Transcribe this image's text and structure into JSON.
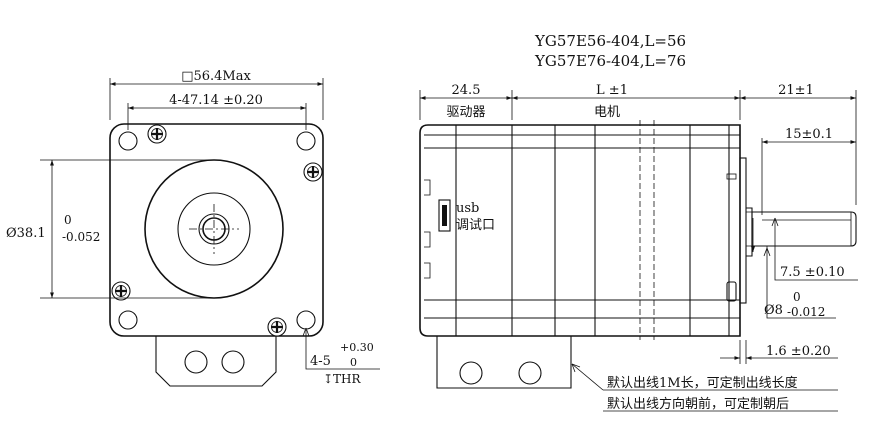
{
  "title_lines": [
    "YG57E56-404,L=56",
    "YG57E76-404,L=76"
  ],
  "front_view": {
    "flange_width": "□56.4Max",
    "hole_spacing": "4-47.14 ±0.20",
    "pilot_dia": "Ø38.1",
    "pilot_tol_upper": "0",
    "pilot_tol_lower": "-0.052",
    "tapped_hole": "4-5",
    "tapped_tol_upper": "+0.30",
    "tapped_tol_lower": "0",
    "thread_note": "↧THR"
  },
  "side_view": {
    "driver_length": "24.5",
    "driver_label": "驱动器",
    "motor_length": "L ±1",
    "motor_label": "电机",
    "shaft_length": "21±1",
    "flat_length": "15±0.1",
    "usb_label": "usb",
    "usb_port_label": "调试口",
    "flat_depth": "7.5 ±0.10",
    "shaft_dia": "Ø8",
    "shaft_tol_upper": "0",
    "shaft_tol_lower": "-0.012",
    "boss_height": "1.6 ±0.20"
  },
  "notes": [
    "默认出线1M长，可定制出线长度",
    "默认出线方向朝前，可定制朝后"
  ]
}
